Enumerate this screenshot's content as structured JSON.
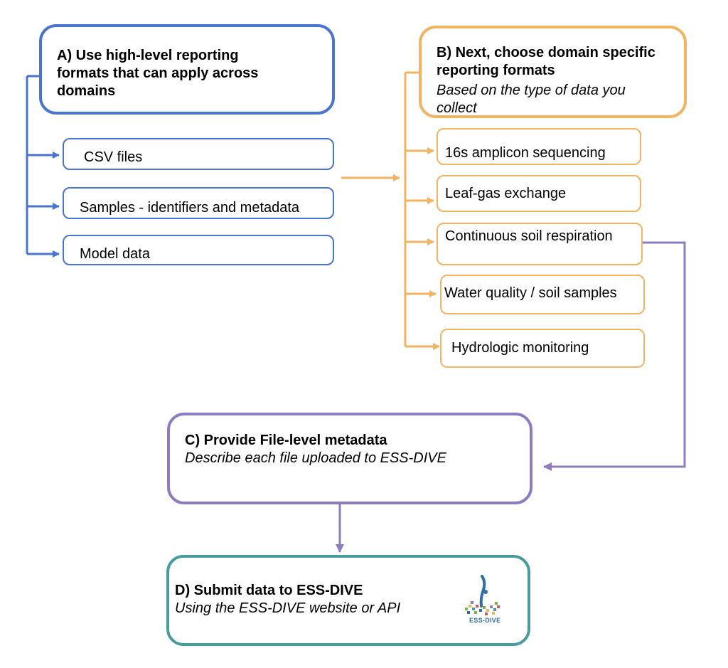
{
  "section_a": {
    "title": "A) Use high-level reporting formats that can apply across domains",
    "items": [
      "CSV files",
      "Samples - identifiers and metadata",
      "Model data"
    ]
  },
  "section_b": {
    "title": "B) Next, choose domain specific reporting formats",
    "subtitle": "Based on the type of data you collect",
    "items": [
      "16s amplicon sequencing",
      "Leaf-gas exchange",
      "Continuous soil respiration",
      "Water quality / soil samples",
      "Hydrologic monitoring"
    ]
  },
  "section_c": {
    "title": "C) Provide File-level metadata",
    "subtitle": "Describe each file uploaded to ESS-DIVE"
  },
  "section_d": {
    "title": "D) Submit data to ESS-DIVE",
    "subtitle": "Using the ESS-DIVE website or API",
    "logo_text": "ESS-DIVE"
  },
  "colors": {
    "blue": "#4a74d2",
    "orange": "#f0b463",
    "purple": "#8e7cc3",
    "teal": "#4a9c9c"
  }
}
